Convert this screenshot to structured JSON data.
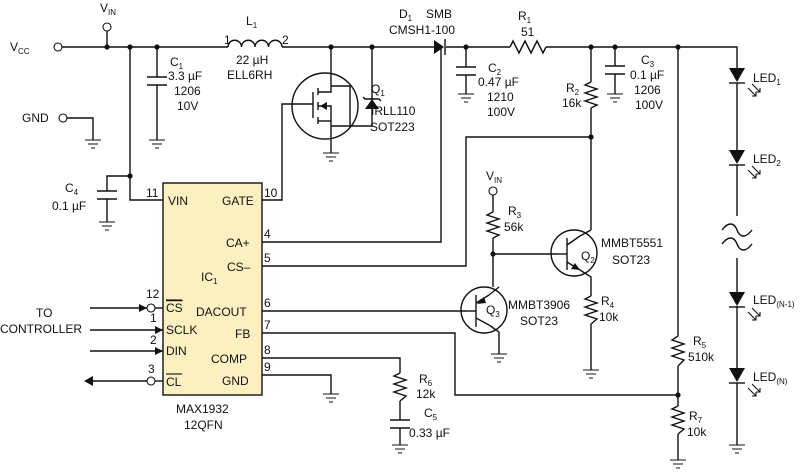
{
  "power": {
    "vin_label": "V",
    "vin_sub": "IN",
    "vcc_label": "V",
    "vcc_sub": "CC",
    "gnd_label": "GND"
  },
  "inductor": {
    "ref": "L",
    "ref_sub": "1",
    "pin1": "1",
    "pin2": "2",
    "value": "22 µH",
    "part": "ELL6RH"
  },
  "diode": {
    "ref": "D",
    "ref_sub": "1",
    "pkg": "SMB",
    "part": "CMSH1-100"
  },
  "r1": {
    "ref": "R",
    "ref_sub": "1",
    "value": "51"
  },
  "r2": {
    "ref": "R",
    "ref_sub": "2",
    "value": "16k"
  },
  "r3": {
    "ref": "R",
    "ref_sub": "3",
    "value": "56k"
  },
  "r4": {
    "ref": "R",
    "ref_sub": "4",
    "value": "10k"
  },
  "r5": {
    "ref": "R",
    "ref_sub": "5",
    "value": "510k"
  },
  "r6": {
    "ref": "R",
    "ref_sub": "6",
    "value": "12k"
  },
  "r7": {
    "ref": "R",
    "ref_sub": "7",
    "value": "10k"
  },
  "c1": {
    "ref": "C",
    "ref_sub": "1",
    "value": "3.3 µF",
    "pkg": "1206",
    "volt": "10V"
  },
  "c2": {
    "ref": "C",
    "ref_sub": "2",
    "value": "0.47 µF",
    "pkg": "1210",
    "volt": "100V"
  },
  "c3": {
    "ref": "C",
    "ref_sub": "3",
    "value": "0.1 µF",
    "pkg": "1206",
    "volt": "100V"
  },
  "c4": {
    "ref": "C",
    "ref_sub": "4",
    "value": "0.1 µF"
  },
  "c5": {
    "ref": "C",
    "ref_sub": "5",
    "value": "0.33 µF"
  },
  "q1": {
    "ref": "Q",
    "ref_sub": "1",
    "part": "IRLL110",
    "pkg": "SOT223"
  },
  "q2": {
    "ref": "Q",
    "ref_sub": "2",
    "part": "MMBT5551",
    "pkg": "SOT23"
  },
  "q3": {
    "ref": "Q",
    "ref_sub": "3",
    "part": "MMBT3906",
    "pkg": "SOT23"
  },
  "ic": {
    "ref": "IC",
    "ref_sub": "1",
    "part": "MAX1932",
    "pkg": "12QFN",
    "left_pins": [
      {
        "num": "11",
        "name": "VIN"
      },
      {
        "num": "12",
        "name": "CS"
      },
      {
        "num": "1",
        "name": "SCLK"
      },
      {
        "num": "2",
        "name": "DIN"
      },
      {
        "num": "3",
        "name": "CL"
      }
    ],
    "right_pins": [
      {
        "num": "10",
        "name": "GATE"
      },
      {
        "num": "4",
        "name": "CA+"
      },
      {
        "num": "5",
        "name": "CS–"
      },
      {
        "num": "6",
        "name": "DACOUT"
      },
      {
        "num": "7",
        "name": "FB"
      },
      {
        "num": "8",
        "name": "COMP"
      },
      {
        "num": "9",
        "name": "GND"
      }
    ]
  },
  "controller": {
    "line1": "TO",
    "line2": "CONTROLLER"
  },
  "leds": [
    {
      "label": "LED",
      "sub": "1"
    },
    {
      "label": "LED",
      "sub": "2"
    },
    {
      "label": "LED",
      "sub": "(N-1)"
    },
    {
      "label": "LED",
      "sub": "(N)"
    }
  ],
  "colors": {
    "ic_fill": "#fdf0c0",
    "wire": "#111111"
  }
}
